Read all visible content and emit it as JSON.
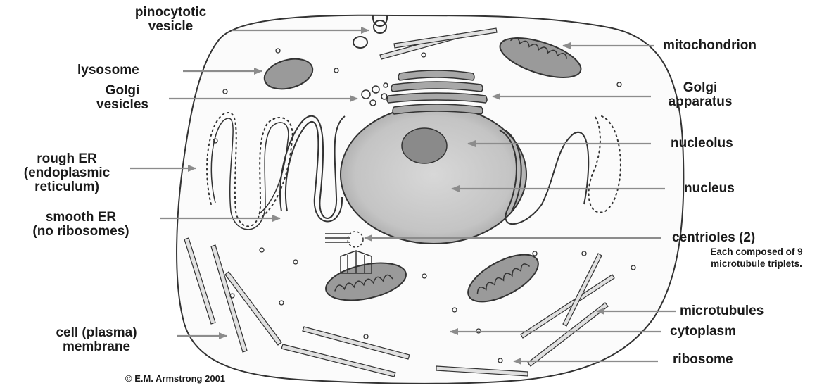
{
  "labels": {
    "pinocytotic_vesicle": [
      "pinocytotic",
      "vesicle"
    ],
    "lysosome": "lysosome",
    "golgi_vesicles": [
      "Golgi",
      "vesicles"
    ],
    "rough_er": [
      "rough ER",
      "(endoplasmic",
      "reticulum)"
    ],
    "smooth_er": [
      "smooth ER",
      "(no ribosomes)"
    ],
    "cell_membrane": [
      "cell (plasma)",
      "membrane"
    ],
    "mitochondrion": "mitochondrion",
    "golgi_apparatus": [
      "Golgi",
      "apparatus"
    ],
    "nucleolus": "nucleolus",
    "nucleus": "nucleus",
    "centrioles": "centrioles (2)",
    "centrioles_note": [
      "Each composed of 9",
      "microtubule triplets."
    ],
    "microtubules": "microtubules",
    "cytoplasm": "cytoplasm",
    "ribosome": "ribosome"
  },
  "copyright": "© E.M. Armstrong 2001",
  "colors": {
    "outline": "#333333",
    "organelle_fill": "#9a9a9a",
    "nucleus_fill": "#c8c8c8",
    "nucleolus_fill": "#8a8a8a",
    "arrow": "#8c8c8c",
    "text": "#1a1a1a"
  }
}
